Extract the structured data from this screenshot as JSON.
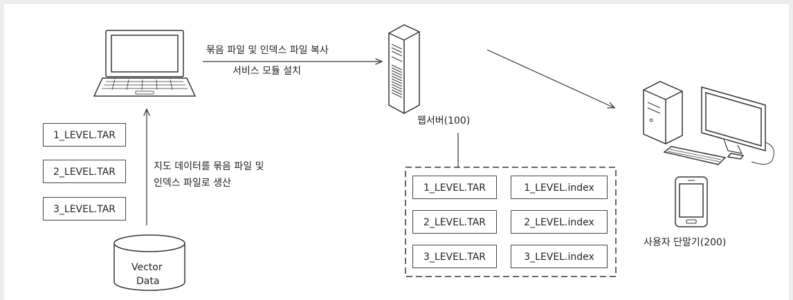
{
  "labels": {
    "copy_line1": "묶음 파일 및 인덱스 파일 복사",
    "copy_line2": "서비스 모듈 설치",
    "produce_line1": "지도 데이터를 묶음 파일 및",
    "produce_line2": "인덱스 파일로 생산",
    "web_server": "웹서버(100)",
    "user_terminal": "사용자 단말기(200)",
    "vector_line1": "Vector",
    "vector_line2": "Data"
  },
  "left_files": [
    "1_LEVEL.TAR",
    "2_LEVEL.TAR",
    "3_LEVEL.TAR"
  ],
  "server_tar_files": [
    "1_LEVEL.TAR",
    "2_LEVEL.TAR",
    "3_LEVEL.TAR"
  ],
  "server_index_files": [
    "1_LEVEL.index",
    "2_LEVEL.index",
    "3_LEVEL.index"
  ]
}
